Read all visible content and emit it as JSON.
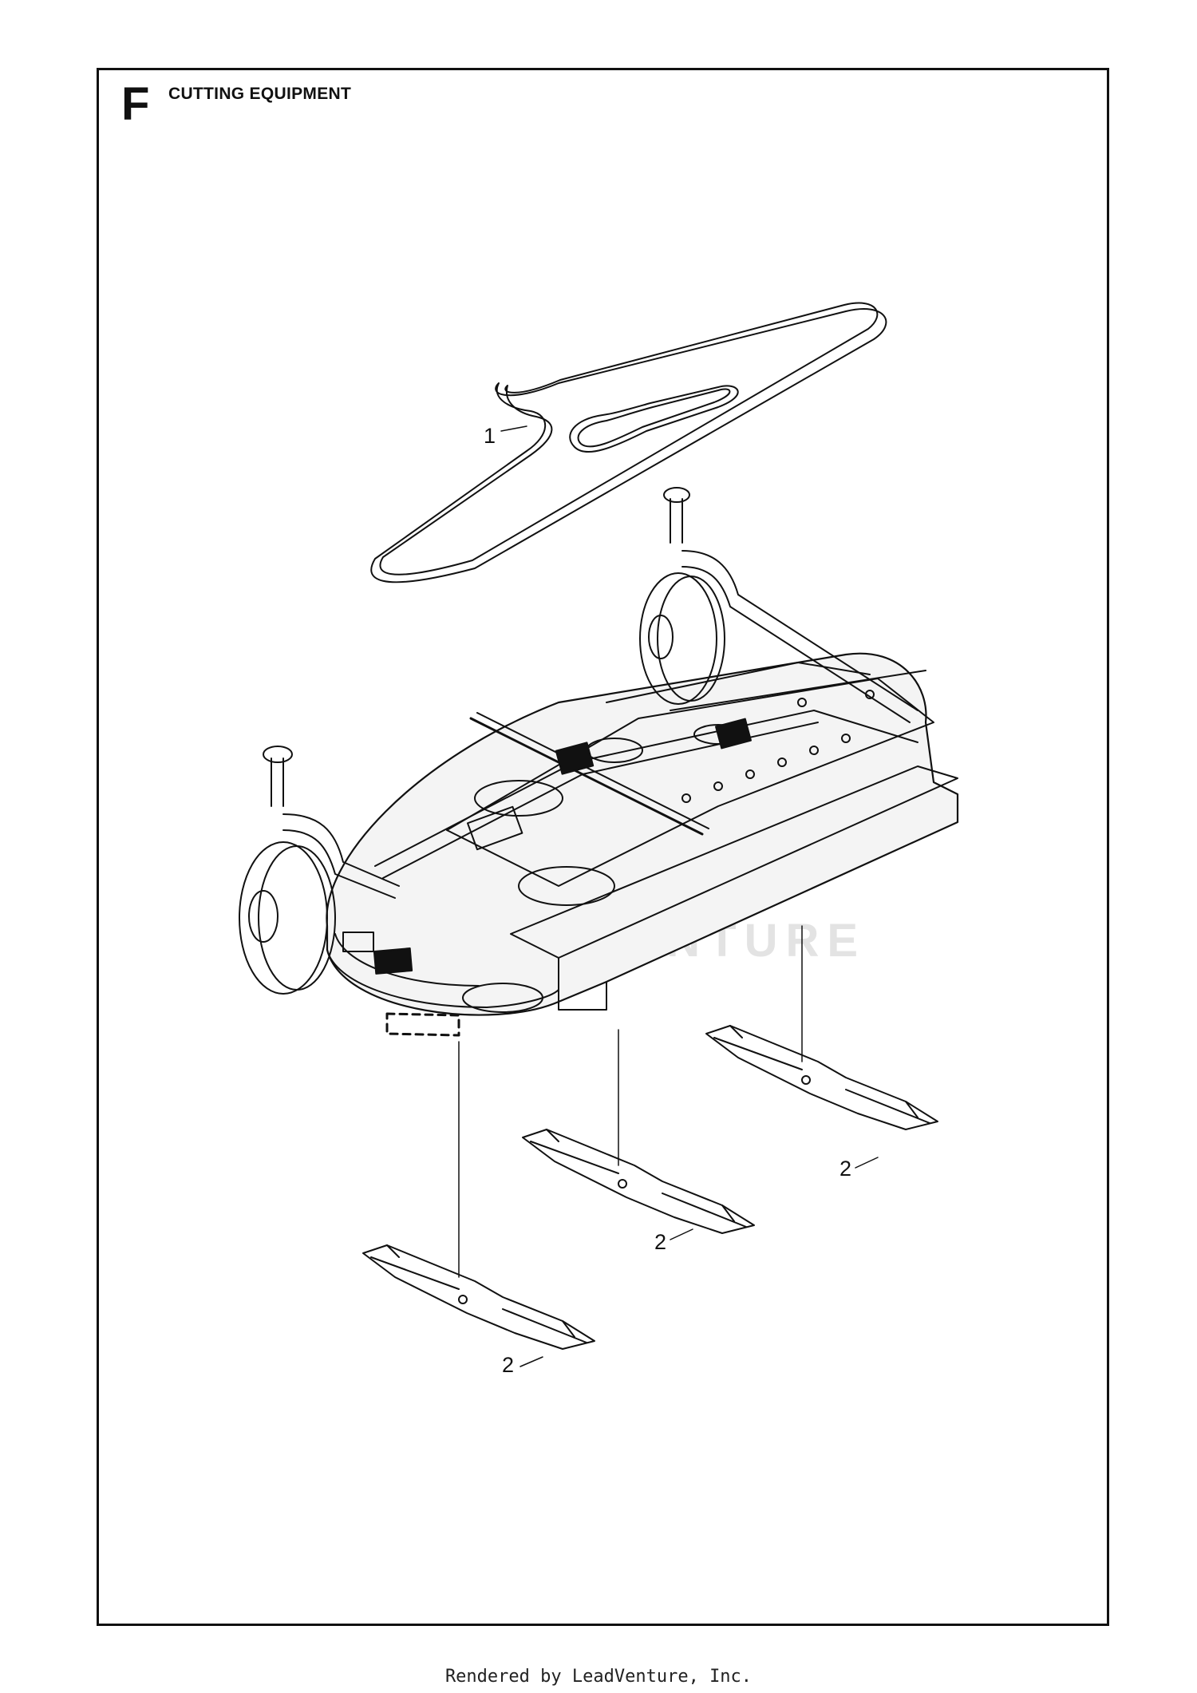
{
  "section": {
    "letter": "F",
    "title": "CUTTING EQUIPMENT"
  },
  "callouts": [
    {
      "label": "1",
      "part": "drive-belt"
    },
    {
      "label": "2",
      "part": "blade-left"
    },
    {
      "label": "2",
      "part": "blade-center"
    },
    {
      "label": "2",
      "part": "blade-right"
    }
  ],
  "watermark": "LEADVENTURE",
  "footer": "Rendered by LeadVenture, Inc.",
  "colors": {
    "line": "#111111",
    "frame": "#111111",
    "deck_fill": "#f4f4f4"
  }
}
